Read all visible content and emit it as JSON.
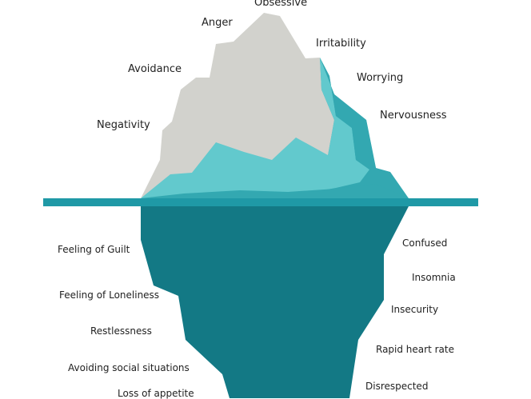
{
  "colors": {
    "rock": "#d2d2cd",
    "teal_light": "#62c9cd",
    "teal_mid": "#33a8b1",
    "teal_dark": "#137985",
    "waterline": "#1f99a6",
    "text": "#222222"
  },
  "above_water": [
    "Obsessive",
    "Anger",
    "Irritability",
    "Avoidance",
    "Worrying",
    "Nervousness",
    "Negativity"
  ],
  "below_water": {
    "left": [
      "Feeling of Guilt",
      "Feeling of Loneliness",
      "Restlessness",
      "Avoiding social situations",
      "Loss of appetite"
    ],
    "right": [
      "Confused",
      "Insomnia",
      "Insecurity",
      "Rapid heart rate",
      "Disrespected"
    ]
  }
}
